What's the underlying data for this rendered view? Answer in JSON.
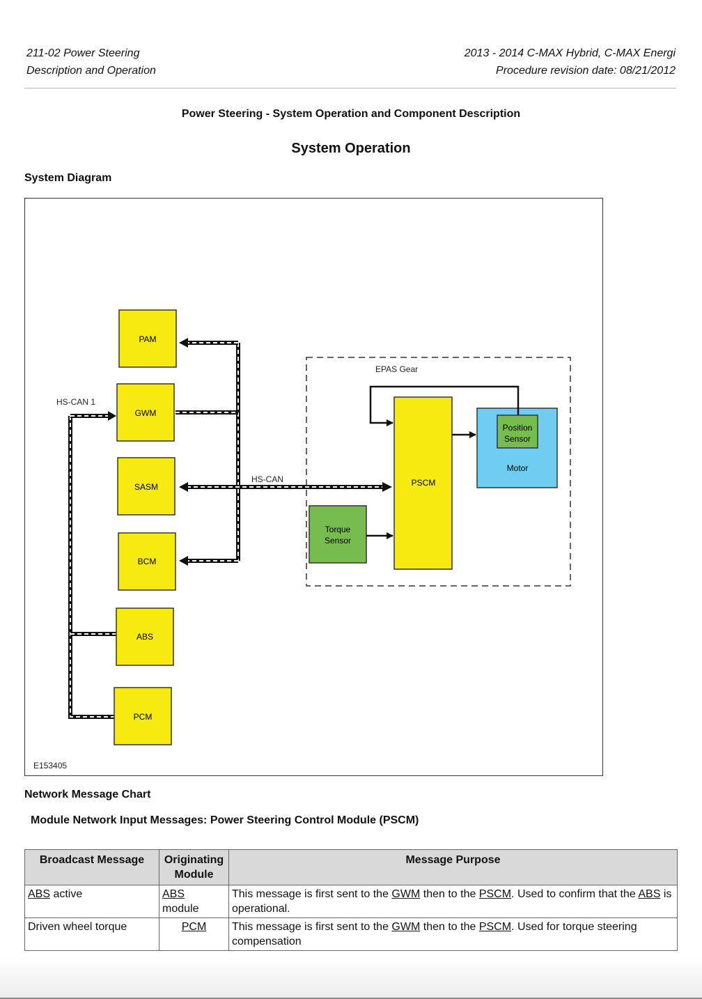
{
  "header": {
    "left_line1": "211-02 Power Steering",
    "left_line2": "Description and Operation",
    "right_line1": "2013 - 2014 C-MAX Hybrid, C-MAX Energi",
    "right_line2": "Procedure revision date: 08/21/2012"
  },
  "doc_title": "Power Steering - System Operation and Component Description",
  "section_title": "System Operation",
  "system_diagram_label": "System Diagram",
  "diagram": {
    "modules": {
      "pam": "PAM",
      "gwm": "GWM",
      "sasm": "SASM",
      "bcm": "BCM",
      "abs": "ABS",
      "pcm": "PCM",
      "pscm": "PSCM"
    },
    "torque_sensor_line1": "Torque",
    "torque_sensor_line2": "Sensor",
    "position_sensor_line1": "Position",
    "position_sensor_line2": "Sensor",
    "motor": "Motor",
    "epas_gear": "EPAS Gear",
    "hs_can_1": "HS-CAN 1",
    "hs_can": "HS-CAN",
    "figure_id": "E153405"
  },
  "network_chart_label": "Network Message Chart",
  "table_title": "Module Network Input Messages: Power Steering Control Module (PSCM)",
  "table": {
    "headers": {
      "broadcast": "Broadcast Message",
      "originating_line1": "Originating",
      "originating_line2": "Module",
      "purpose": "Message Purpose"
    },
    "rows": [
      {
        "msg_link": "ABS",
        "msg_rest": " active",
        "orig_link": "ABS",
        "orig_rest": "module",
        "p1": "This message is first sent to the ",
        "l1": "GWM",
        "p2": " then to the ",
        "l2": "PSCM",
        "p3": ". Used to confirm that the ",
        "l3": "ABS",
        "p4": " is operational."
      },
      {
        "msg_text": "Driven wheel torque",
        "orig_link": "PCM",
        "p1": "This message is first sent to the ",
        "l1": "GWM",
        "p2": " then to the ",
        "l2": "PSCM",
        "p3": ". Used for torque steering compensation"
      }
    ]
  },
  "colors": {
    "module_yellow": "#f6ea10",
    "sensor_green": "#76bc4e",
    "motor_blue": "#6fcdf2"
  }
}
